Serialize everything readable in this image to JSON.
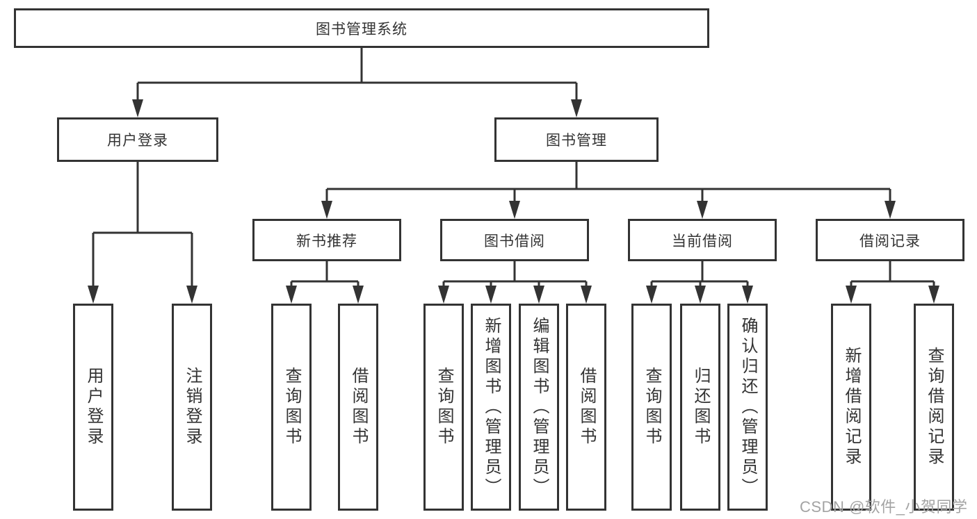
{
  "tree": {
    "root": {
      "label": "图书管理系统"
    },
    "branches": [
      {
        "label": "用户登录",
        "children": [
          {
            "label": "用户登录"
          },
          {
            "label": "注销登录"
          }
        ]
      },
      {
        "label": "图书管理",
        "children": [
          {
            "label": "新书推荐",
            "children": [
              {
                "label": "查询图书"
              },
              {
                "label": "借阅图书"
              }
            ]
          },
          {
            "label": "图书借阅",
            "children": [
              {
                "label": "查询图书"
              },
              {
                "label": "新增图书（管理员）"
              },
              {
                "label": "编辑图书（管理员）"
              },
              {
                "label": "借阅图书"
              }
            ]
          },
          {
            "label": "当前借阅",
            "children": [
              {
                "label": "查询图书"
              },
              {
                "label": "归还图书"
              },
              {
                "label": "确认归还（管理员）"
              }
            ]
          },
          {
            "label": "借阅记录",
            "children": [
              {
                "label": "新增借阅记录"
              },
              {
                "label": "查询借阅记录"
              }
            ]
          }
        ]
      }
    ]
  },
  "watermark": {
    "text": "CSDN @软件_小贺同学"
  },
  "colors": {
    "line": "#333333",
    "text": "#333333",
    "background": "#ffffff",
    "watermark": "#a3a3a3"
  }
}
